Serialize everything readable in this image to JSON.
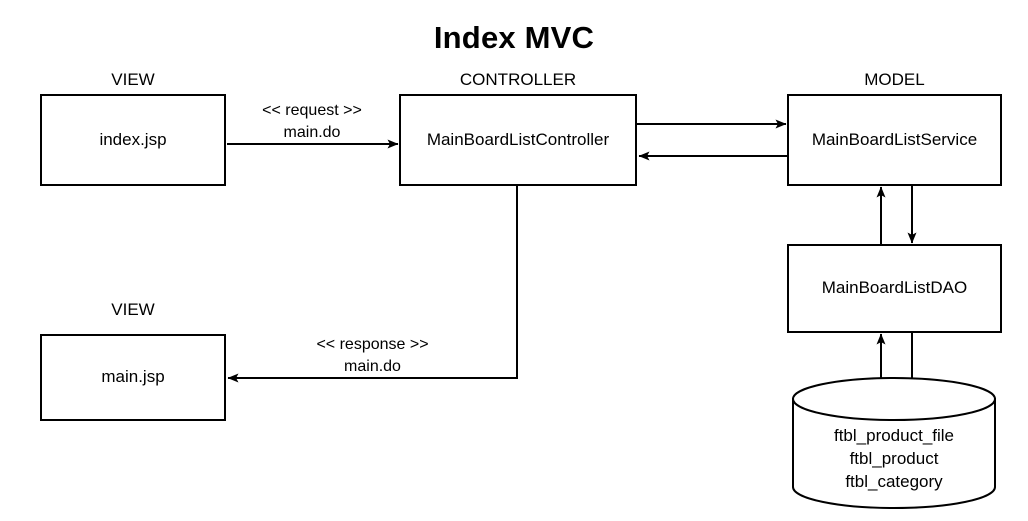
{
  "title": "Index MVC",
  "layers": [
    {
      "id": "view-top",
      "label": "VIEW"
    },
    {
      "id": "controller",
      "label": "CONTROLLER"
    },
    {
      "id": "model",
      "label": "MODEL"
    },
    {
      "id": "view-bottom",
      "label": "VIEW"
    }
  ],
  "nodes": {
    "index_jsp": "index.jsp",
    "main_jsp": "main.jsp",
    "controller": "MainBoardListController",
    "service": "MainBoardListService",
    "dao": "MainBoardListDAO"
  },
  "database": {
    "tables": [
      "ftbl_product_file",
      "ftbl_product",
      "ftbl_category"
    ]
  },
  "edges": {
    "request": {
      "stereotype": "<< request >>",
      "action": "main.do"
    },
    "response": {
      "stereotype": "<< response >>",
      "action": "main.do"
    }
  },
  "colors": {
    "stroke": "#000000",
    "background": "#ffffff"
  },
  "chart_data": {
    "type": "diagram",
    "title": "Index MVC",
    "nodes": [
      {
        "id": "index_jsp",
        "label": "index.jsp",
        "group": "VIEW",
        "shape": "rect"
      },
      {
        "id": "controller",
        "label": "MainBoardListController",
        "group": "CONTROLLER",
        "shape": "rect"
      },
      {
        "id": "service",
        "label": "MainBoardListService",
        "group": "MODEL",
        "shape": "rect"
      },
      {
        "id": "dao",
        "label": "MainBoardListDAO",
        "group": "MODEL",
        "shape": "rect"
      },
      {
        "id": "database",
        "label": "ftbl_product_file / ftbl_product / ftbl_category",
        "group": "MODEL",
        "shape": "cylinder"
      },
      {
        "id": "main_jsp",
        "label": "main.jsp",
        "group": "VIEW",
        "shape": "rect"
      }
    ],
    "links": [
      {
        "from": "index_jsp",
        "to": "controller",
        "label": "<< request >> main.do",
        "direction": "forward"
      },
      {
        "from": "controller",
        "to": "service",
        "label": "",
        "direction": "forward"
      },
      {
        "from": "service",
        "to": "controller",
        "label": "",
        "direction": "forward"
      },
      {
        "from": "dao",
        "to": "service",
        "label": "",
        "direction": "forward"
      },
      {
        "from": "service",
        "to": "dao",
        "label": "",
        "direction": "forward"
      },
      {
        "from": "database",
        "to": "dao",
        "label": "",
        "direction": "forward"
      },
      {
        "from": "dao",
        "to": "database",
        "label": "",
        "direction": "forward"
      },
      {
        "from": "controller",
        "to": "main_jsp",
        "label": "<< response >> main.do",
        "direction": "forward"
      }
    ]
  }
}
